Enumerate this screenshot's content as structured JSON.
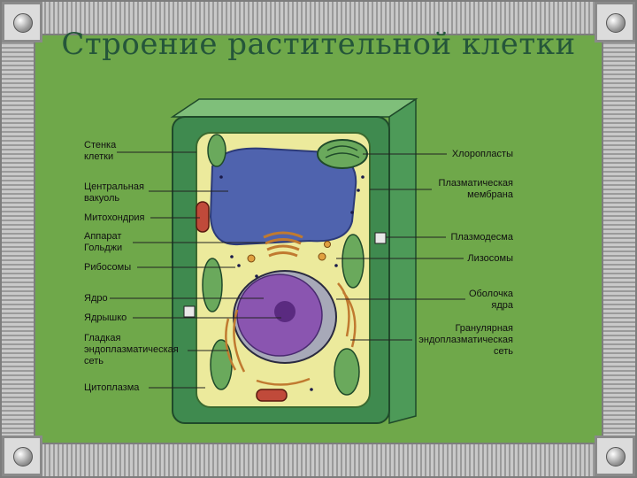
{
  "title": "Строение растительной клетки",
  "labels_left": [
    {
      "key": "cell_wall",
      "text": "Стенка\nклетки"
    },
    {
      "key": "vacuole",
      "text": "Центральная\nвакуоль"
    },
    {
      "key": "mitochondria",
      "text": "Митохондрия"
    },
    {
      "key": "golgi",
      "text": "Аппарат\nГольджи"
    },
    {
      "key": "ribosomes",
      "text": "Рибосомы"
    },
    {
      "key": "nucleus",
      "text": "Ядро"
    },
    {
      "key": "nucleolus",
      "text": "Ядрышко"
    },
    {
      "key": "smooth_er",
      "text": "Гладкая\nэндоплазматическая\nсеть"
    },
    {
      "key": "cytoplasm",
      "text": "Цитоплазма"
    }
  ],
  "labels_right": [
    {
      "key": "chloroplasts",
      "text": "Хлоропласты"
    },
    {
      "key": "plasma_membrane",
      "text": "Плазматическая\nмембрана"
    },
    {
      "key": "plasmodesma",
      "text": "Плазмодесма"
    },
    {
      "key": "lysosomes",
      "text": "Лизосомы"
    },
    {
      "key": "nuclear_envelope",
      "text": "Оболочка\nядра"
    },
    {
      "key": "rough_er",
      "text": "Гранулярная\nэндоплазматическая\nсеть"
    }
  ],
  "colors": {
    "background": "#6fa84a",
    "cell_wall": "#3f8a4f",
    "cytoplasm": "#ecea9c",
    "vacuole": "#4f63ae",
    "nucleus": "#8a55b0",
    "chloroplast": "#6aa95c",
    "title": "#25563a"
  }
}
